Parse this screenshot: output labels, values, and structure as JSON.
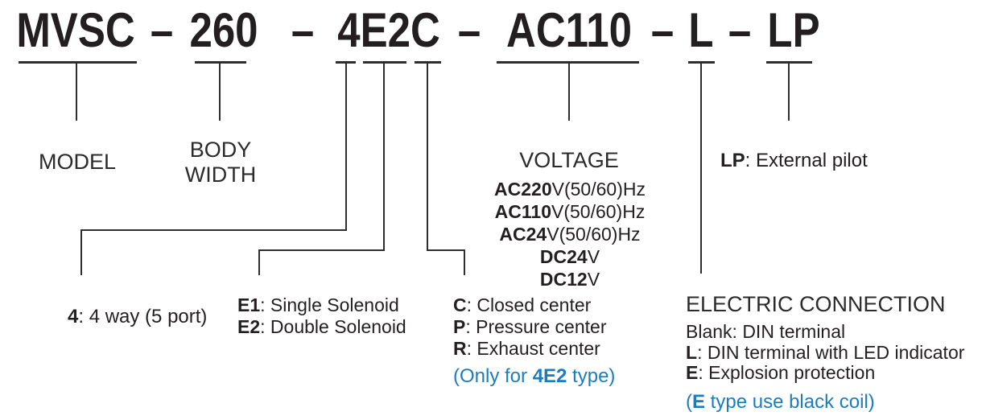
{
  "code": {
    "separator": "–",
    "segments": [
      "MVSC",
      "260",
      "4E2C",
      "AC110",
      "L",
      "LP"
    ]
  },
  "model": {
    "label": "MODEL"
  },
  "body_width": {
    "line1": "BODY",
    "line2": "WIDTH"
  },
  "voltage": {
    "heading": "VOLTAGE",
    "options": [
      {
        "code": "AC220",
        "suffix": "V(50/60)Hz"
      },
      {
        "code": "AC110",
        "suffix": "V(50/60)Hz"
      },
      {
        "code": "AC24",
        "suffix": "V(50/60)Hz"
      },
      {
        "code": "DC24",
        "suffix": "V"
      },
      {
        "code": "DC12",
        "suffix": "V"
      }
    ]
  },
  "pilot": {
    "code": "LP",
    "desc": ": External pilot"
  },
  "way": {
    "code": "4",
    "desc": ": 4 way (5 port)"
  },
  "solenoid": {
    "options": [
      {
        "code": "E1",
        "desc": ": Single Solenoid"
      },
      {
        "code": "E2",
        "desc": ": Double Solenoid"
      }
    ]
  },
  "center_type": {
    "options": [
      {
        "code": "C",
        "desc": ": Closed center"
      },
      {
        "code": "P",
        "desc": ": Pressure center"
      },
      {
        "code": "R",
        "desc": ": Exhaust center"
      }
    ],
    "note": {
      "pre": "(Only for ",
      "bold": "4E2",
      "post": " type)"
    }
  },
  "electric": {
    "heading": "ELECTRIC CONNECTION",
    "options": [
      {
        "code": "Blank",
        "desc": ": DIN terminal"
      },
      {
        "code": "L",
        "desc": ": DIN terminal with LED indicator"
      },
      {
        "code": "E",
        "desc": ": Explosion protection"
      }
    ],
    "note": {
      "pre": "(",
      "bold": "E",
      "post": " type use black coil)"
    }
  },
  "colors": {
    "text": "#231f20",
    "line": "#2e2e2e",
    "accent_blue": "#1b7dc1"
  }
}
